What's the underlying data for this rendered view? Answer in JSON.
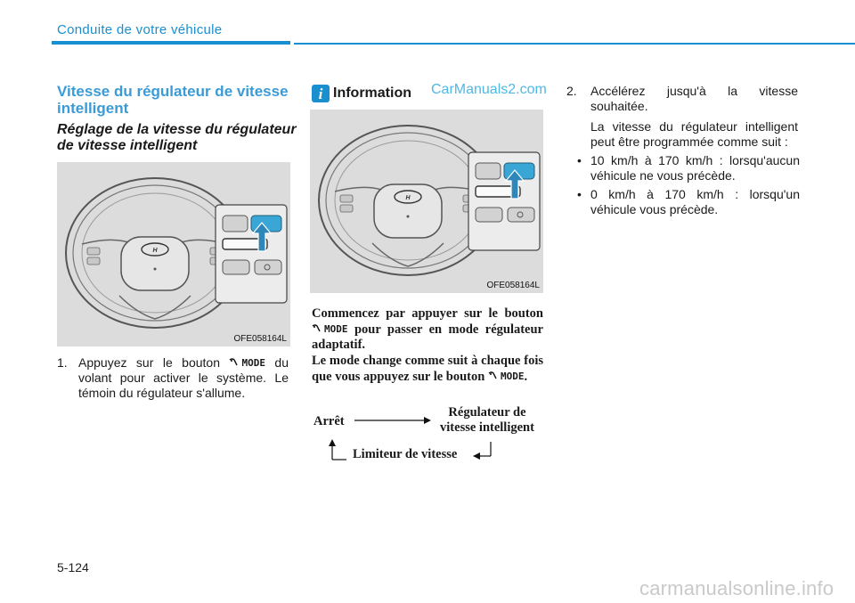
{
  "header": {
    "section": "Conduite de votre véhicule"
  },
  "left": {
    "section_title": "Vitesse du régulateur de vitesse intelligent",
    "subsection_title": "Réglage de la vitesse du régulateur de vitesse intelligent",
    "figure_code": "OFE058164L",
    "step1": {
      "number": "1.",
      "text_before": "Appuyez sur le bouton",
      "mode": "MODE",
      "text_after": "du volant pour activer le système. Le témoin du régulateur s'allume."
    }
  },
  "middle": {
    "info_icon": "i",
    "info_label": "Information",
    "watermark": "CarManuals2.com",
    "figure_code": "OFE058164L",
    "para1_a": "Commencez par appuyer sur le bouton",
    "mode": "MODE",
    "para1_b": "pour passer en mode régulateur adaptatif.",
    "para2_a": "Le mode change comme suit à chaque fois que vous appuyez sur le bouton",
    "para2_b": ".",
    "flow": {
      "stop": "Arrêt",
      "cruise_line1": "Régulateur de",
      "cruise_line2": "vitesse intelligent",
      "limiter": "Limiteur de vitesse"
    }
  },
  "right": {
    "step2": {
      "number": "2.",
      "text": "Accélérez jusqu'à la vitesse souhaitée.",
      "para": "La vitesse du régulateur intelligent peut être programmée comme suit :",
      "bullets": [
        "10 km/h à 170 km/h : lorsqu'aucun véhicule ne vous précède.",
        "0 km/h à 170 km/h : lorsqu'un véhicule vous précède."
      ]
    }
  },
  "footer": {
    "page_number": "5-124",
    "watermark": "carmanualsonline.info"
  },
  "colors": {
    "accent": "#1a8fd0",
    "title": "#3a9bd6",
    "figure_bg": "#dcdcdc",
    "button_highlight": "#3aa6d6"
  }
}
